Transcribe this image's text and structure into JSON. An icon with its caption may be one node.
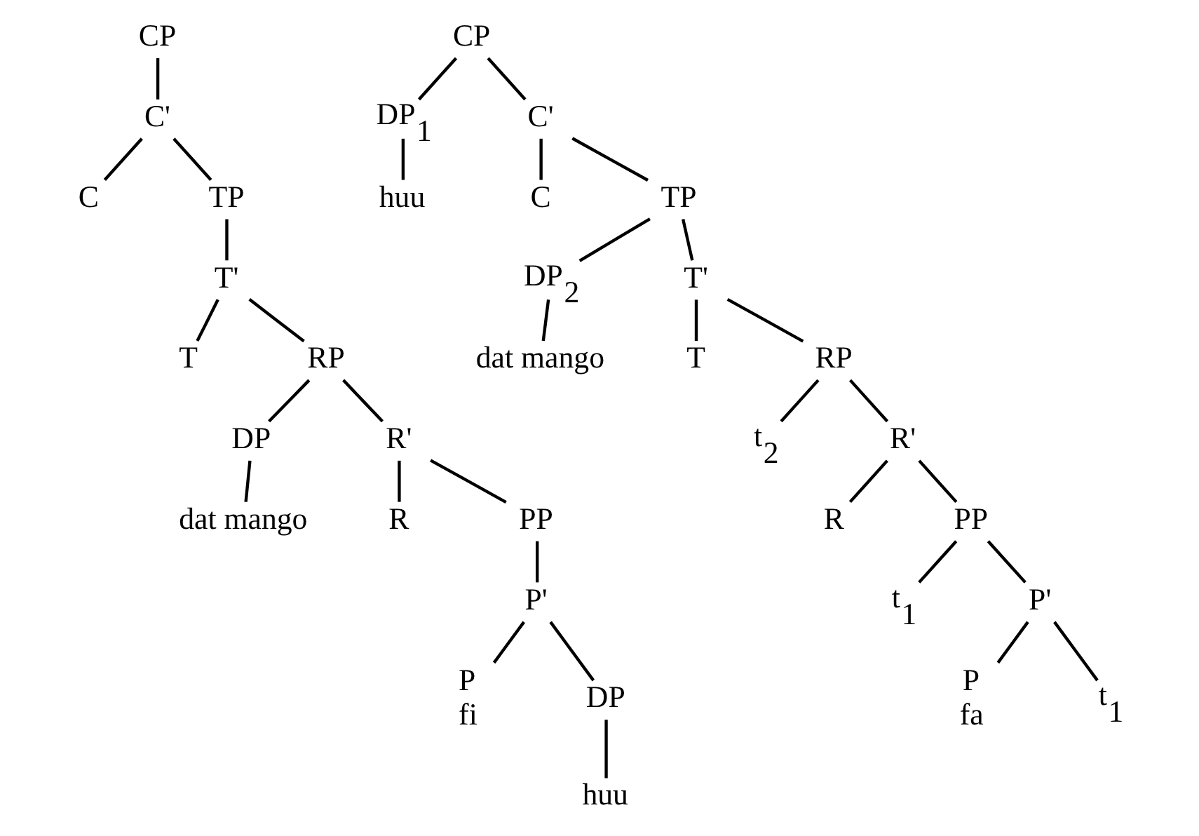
{
  "diagram": {
    "nodes": [
      {
        "text": [
          "CP"
        ]
      },
      {
        "text": [
          "C'"
        ]
      },
      {
        "text": [
          "C"
        ]
      },
      {
        "text": [
          "TP"
        ]
      },
      {
        "text": [
          "T'"
        ]
      },
      {
        "text": [
          "T"
        ]
      },
      {
        "text": [
          "RP"
        ]
      },
      {
        "text": [
          "DP"
        ]
      },
      {
        "text": [
          "R'"
        ]
      },
      {
        "text": [
          "dat mango"
        ]
      },
      {
        "text": [
          "R"
        ]
      },
      {
        "text": [
          "PP"
        ]
      },
      {
        "text": [
          "P'"
        ]
      },
      {
        "text": [
          "P",
          "fi"
        ]
      },
      {
        "text": [
          "DP"
        ]
      },
      {
        "text": [
          "huu"
        ]
      },
      {
        "text": [
          "CP"
        ]
      },
      {
        "text": [
          "DP$_{1}$"
        ]
      },
      {
        "text": [
          "huu"
        ]
      },
      {
        "text": [
          "C'"
        ]
      },
      {
        "text": [
          "C"
        ]
      },
      {
        "text": [
          "TP"
        ]
      },
      {
        "text": [
          "DP$_{2}$"
        ]
      },
      {
        "text": [
          "T'"
        ]
      },
      {
        "text": [
          "dat mango"
        ]
      },
      {
        "text": [
          "T"
        ]
      },
      {
        "text": [
          "RP"
        ]
      },
      {
        "text": [
          "t$_{2}$"
        ]
      },
      {
        "text": [
          "R'"
        ]
      },
      {
        "text": [
          "R"
        ]
      },
      {
        "text": [
          "PP"
        ]
      },
      {
        "text": [
          "t$_{1}$"
        ]
      },
      {
        "text": [
          "P'"
        ]
      },
      {
        "text": [
          "P",
          "fa"
        ]
      },
      {
        "text": [
          "t$_{1}$"
        ]
      }
    ],
    "edges": [
      {
        "from": 0,
        "to": 1,
        "arrow": "none"
      },
      {
        "from": 1,
        "to": 2,
        "arrow": "none"
      },
      {
        "from": 1,
        "to": 3,
        "arrow": "none"
      },
      {
        "from": 3,
        "to": 4,
        "arrow": "none"
      },
      {
        "from": 4,
        "to": 5,
        "arrow": "none"
      },
      {
        "from": 4,
        "to": 6,
        "arrow": "none"
      },
      {
        "from": 6,
        "to": 7,
        "arrow": "none"
      },
      {
        "from": 6,
        "to": 8,
        "arrow": "none"
      },
      {
        "from": 7,
        "to": 9,
        "arrow": "none"
      },
      {
        "from": 8,
        "to": 10,
        "arrow": "none"
      },
      {
        "from": 8,
        "to": 11,
        "arrow": "none"
      },
      {
        "from": 11,
        "to": 12,
        "arrow": "none"
      },
      {
        "from": 12,
        "to": 13,
        "arrow": "none"
      },
      {
        "from": 12,
        "to": 14,
        "arrow": "none"
      },
      {
        "from": 14,
        "to": 15,
        "arrow": "none"
      },
      {
        "from": 16,
        "to": 17,
        "arrow": "none"
      },
      {
        "from": 16,
        "to": 19,
        "arrow": "none"
      },
      {
        "from": 17,
        "to": 18,
        "arrow": "none"
      },
      {
        "from": 19,
        "to": 20,
        "arrow": "none"
      },
      {
        "from": 19,
        "to": 21,
        "arrow": "none"
      },
      {
        "from": 21,
        "to": 22,
        "arrow": "none"
      },
      {
        "from": 21,
        "to": 23,
        "arrow": "none"
      },
      {
        "from": 22,
        "to": 24,
        "arrow": "none"
      },
      {
        "from": 23,
        "to": 25,
        "arrow": "none"
      },
      {
        "from": 23,
        "to": 26,
        "arrow": "none"
      },
      {
        "from": 26,
        "to": 27,
        "arrow": "none"
      },
      {
        "from": 26,
        "to": 28,
        "arrow": "none"
      },
      {
        "from": 28,
        "to": 29,
        "arrow": "none"
      },
      {
        "from": 28,
        "to": 30,
        "arrow": "none"
      },
      {
        "from": 30,
        "to": 31,
        "arrow": "none"
      },
      {
        "from": 30,
        "to": 32,
        "arrow": "none"
      },
      {
        "from": 32,
        "to": 33,
        "arrow": "none"
      },
      {
        "from": 32,
        "to": 34,
        "arrow": "none"
      }
    ]
  }
}
